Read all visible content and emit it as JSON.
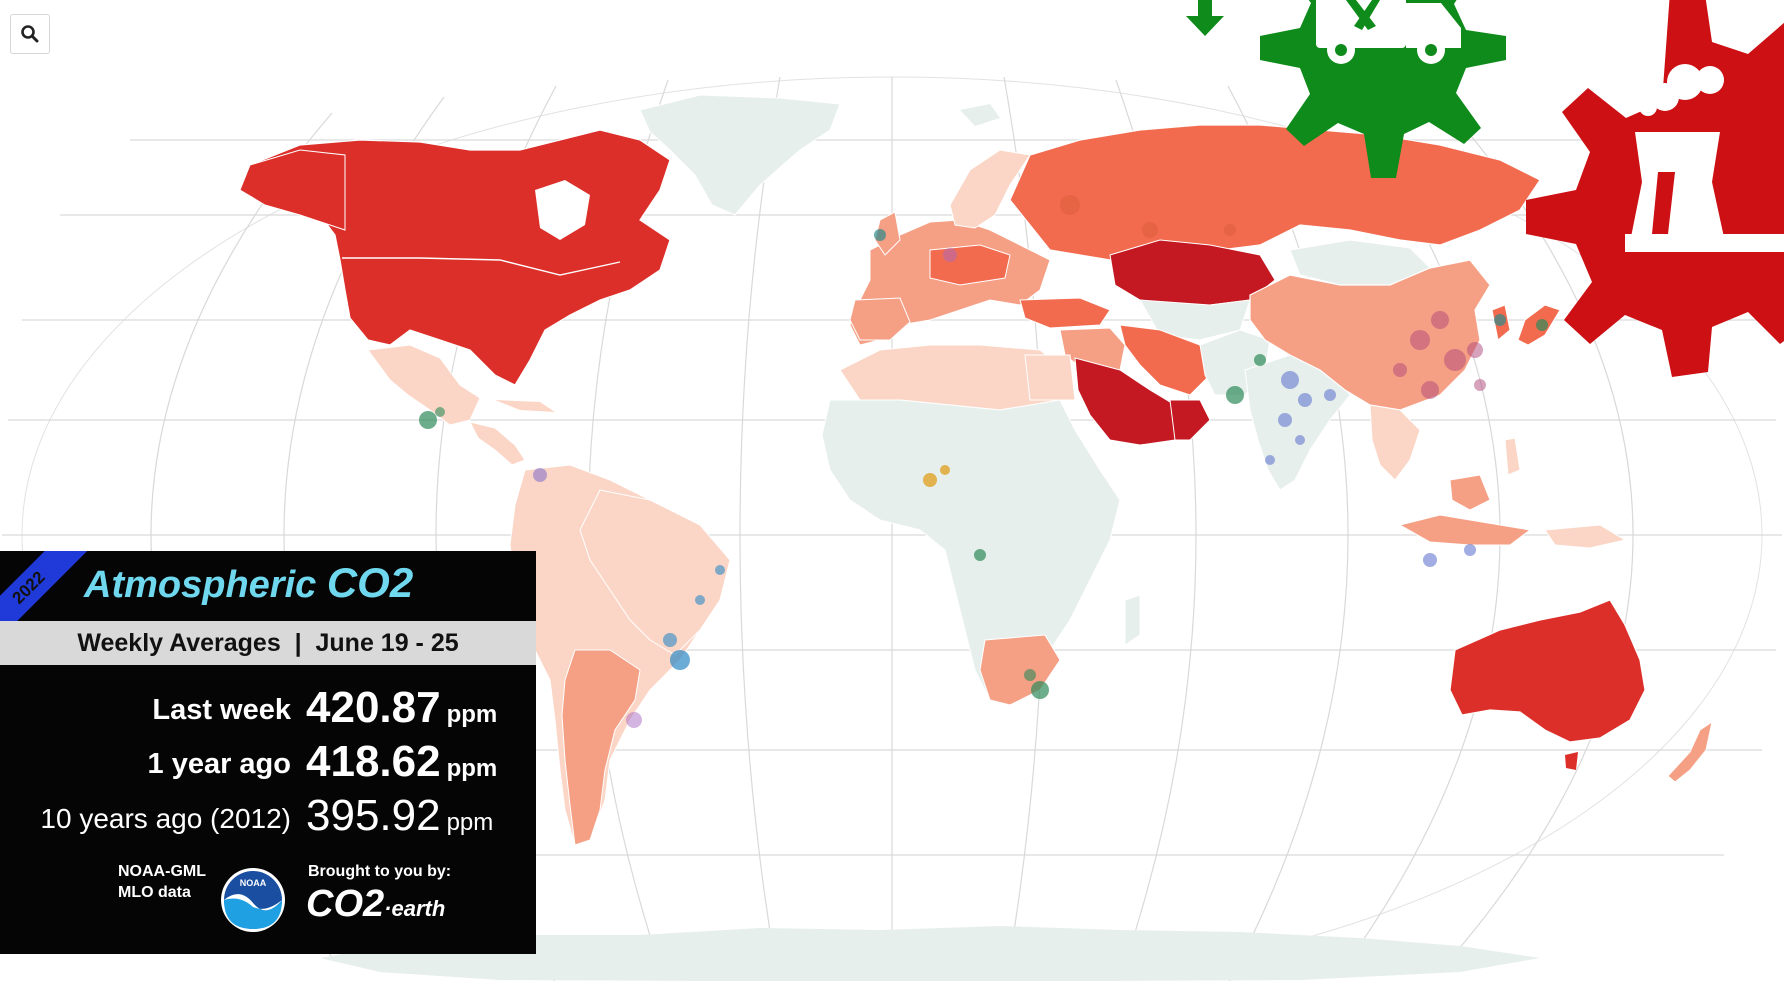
{
  "search": {
    "icon": "search-icon"
  },
  "widget": {
    "year_badge": "2022",
    "title_prefix": "Atmospheric ",
    "title_suffix": "CO2",
    "subtitle": "Weekly Averages  |  June 19 - 25",
    "rows": [
      {
        "label": "Last week",
        "value": "420.87",
        "unit": "ppm"
      },
      {
        "label": "1 year ago",
        "value": "418.62",
        "unit": "ppm"
      },
      {
        "label": "10 years ago (2012)",
        "value": "395.92",
        "unit": "ppm"
      }
    ],
    "source": "NOAA-GML MLO data",
    "brought_by": "Brought to you by:",
    "brand_main": "CO2",
    "brand_suffix": "·earth",
    "noaa_logo_text": "NOAA"
  },
  "map": {
    "projection": "robinson",
    "colors": {
      "very_high": "#dc2f2a",
      "extreme": "#c41822",
      "high": "#f26b4f",
      "medium": "#f59f84",
      "low": "#fbd6c6",
      "none": "#e7efec",
      "ocean": "#ffffff",
      "graticule": "#d7d7d7"
    }
  },
  "icons": {
    "truck": "truck-gear-icon",
    "factory": "factory-gear-icon",
    "arrow": "down-arrow-icon"
  }
}
